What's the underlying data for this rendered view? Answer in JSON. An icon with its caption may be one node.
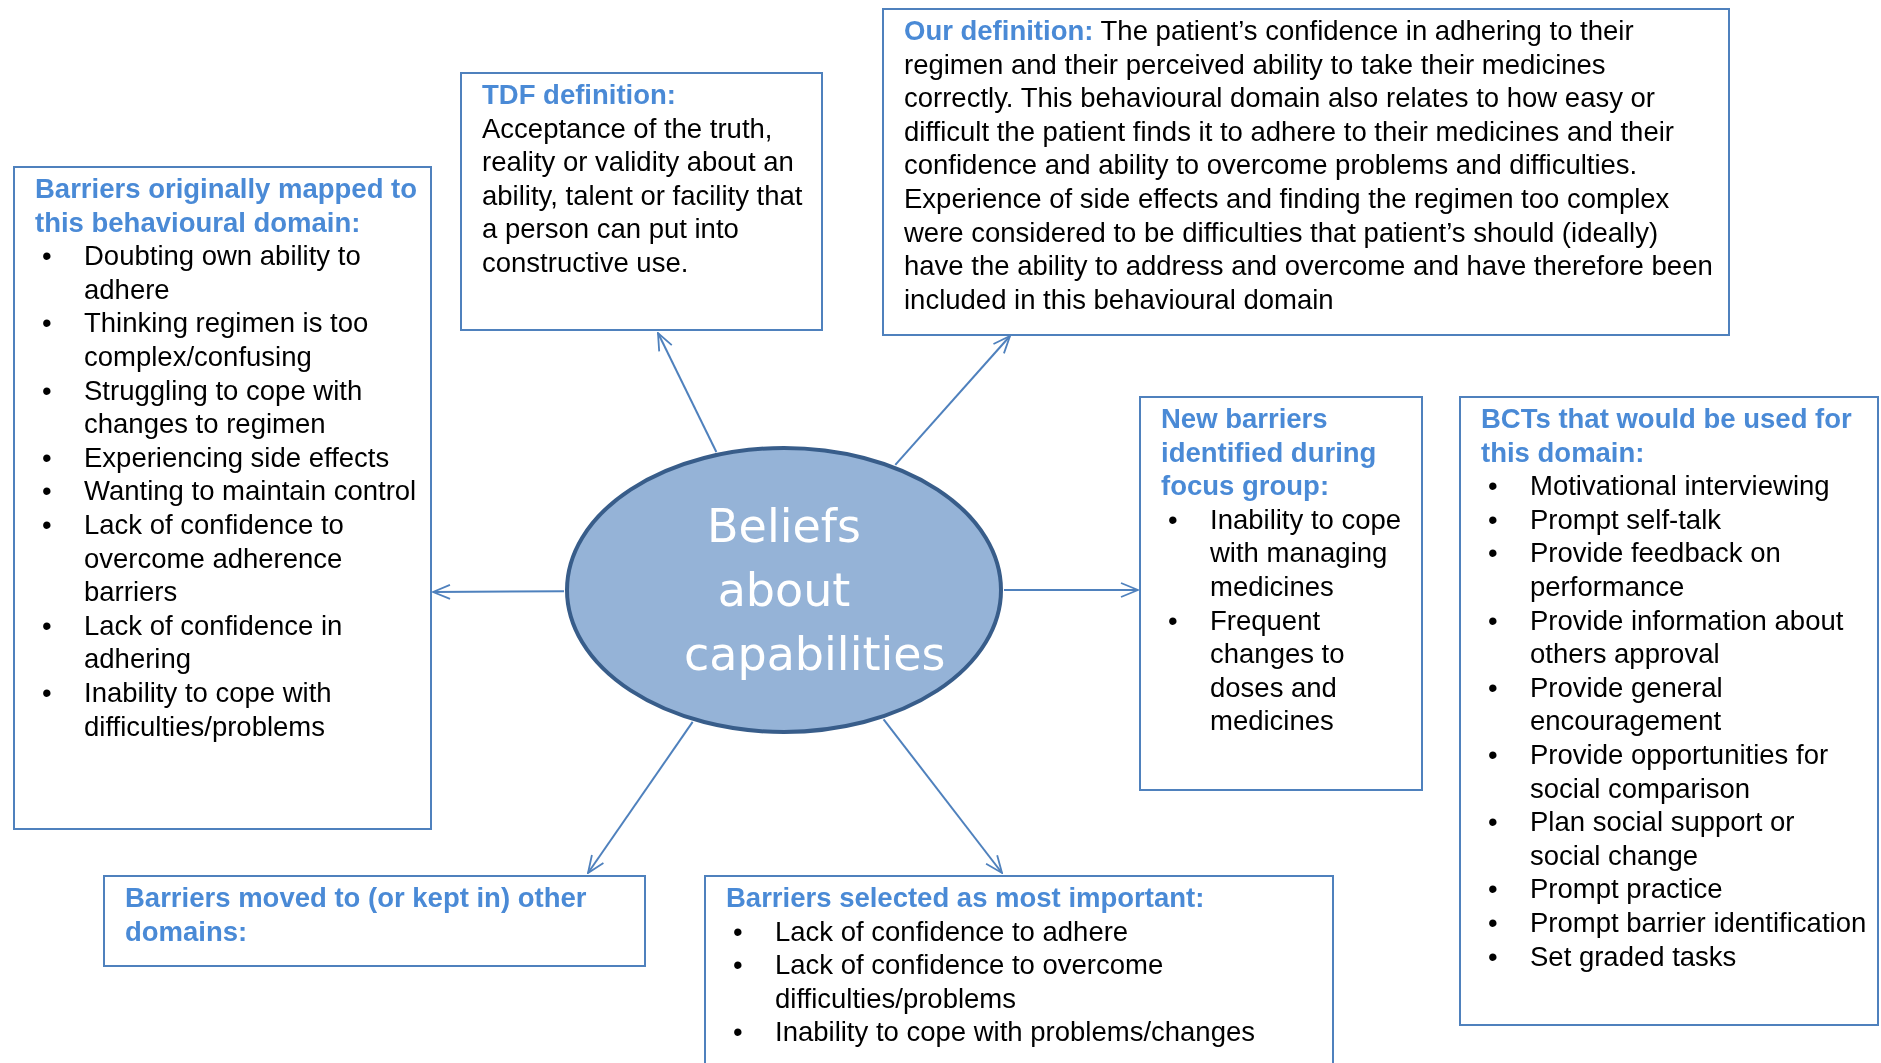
{
  "diagram": {
    "nodes": [
      {
        "text": [
          "Beliefs about capabilities"
        ]
      },
      {
        "text": [
          "TDF definition:",
          "Acceptance of the truth, reality or validity about an ability, talent or facility that a person can put into constructive use."
        ]
      },
      {
        "text": [
          "Our definition:",
          "The patient’s confidence in adhering to their regimen and their perceived ability to take their medicines correctly.  This behavioural domain also relates to how easy or difficult the patient finds it to adhere to their medicines and their confidence and ability to overcome problems and difficulties. Experience of side effects and finding the regimen too complex were considered to be difficulties that patient’s should (ideally) have the ability to address and overcome and have therefore been included in this behavioural domain"
        ]
      },
      {
        "text": [
          "Barriers originally mapped to this behavioural domain:",
          "Doubting own ability to adhere",
          "Thinking regimen is too complex/confusing",
          "Struggling to cope with changes to regimen",
          "Experiencing side effects",
          "Wanting to maintain control",
          "Lack of confidence to overcome adherence barriers",
          "Lack of confidence in adhering",
          "Inability to cope with difficulties/problems"
        ]
      },
      {
        "text": [
          "New barriers identified during focus group:",
          "Inability to cope with managing medicines",
          "Frequent changes to doses and medicines"
        ]
      },
      {
        "text": [
          "BCTs that would be used for this domain:",
          "Motivational interviewing",
          "Prompt self-talk",
          "Provide feedback on performance",
          "Provide information about others approval",
          "Provide general encouragement",
          "Provide opportunities for social comparison",
          "Plan social support or social change",
          "Prompt practice",
          "Prompt barrier identification",
          "Set graded tasks"
        ]
      },
      {
        "text": [
          "Barriers moved to (or kept in) other domains:"
        ]
      },
      {
        "text": [
          "Barriers selected as most important:",
          "Lack of confidence to adhere",
          "Lack of confidence to overcome difficulties/problems",
          "Inability to cope with problems/changes"
        ]
      }
    ],
    "edges": [
      {
        "from": 0,
        "to": 1,
        "arrow": "to"
      },
      {
        "from": 0,
        "to": 2,
        "arrow": "to"
      },
      {
        "from": 0,
        "to": 3,
        "arrow": "to"
      },
      {
        "from": 0,
        "to": 4,
        "arrow": "to"
      },
      {
        "from": 0,
        "to": 6,
        "arrow": "to"
      },
      {
        "from": 0,
        "to": 7,
        "arrow": "to"
      }
    ],
    "labels": [
      "•",
      "•",
      "•",
      "•",
      "•",
      "•",
      "•",
      "•",
      "•",
      "•",
      "•",
      "•",
      "•",
      "•",
      "•",
      "•",
      "•",
      "•",
      "•",
      "•",
      "•",
      "•",
      "•"
    ]
  }
}
